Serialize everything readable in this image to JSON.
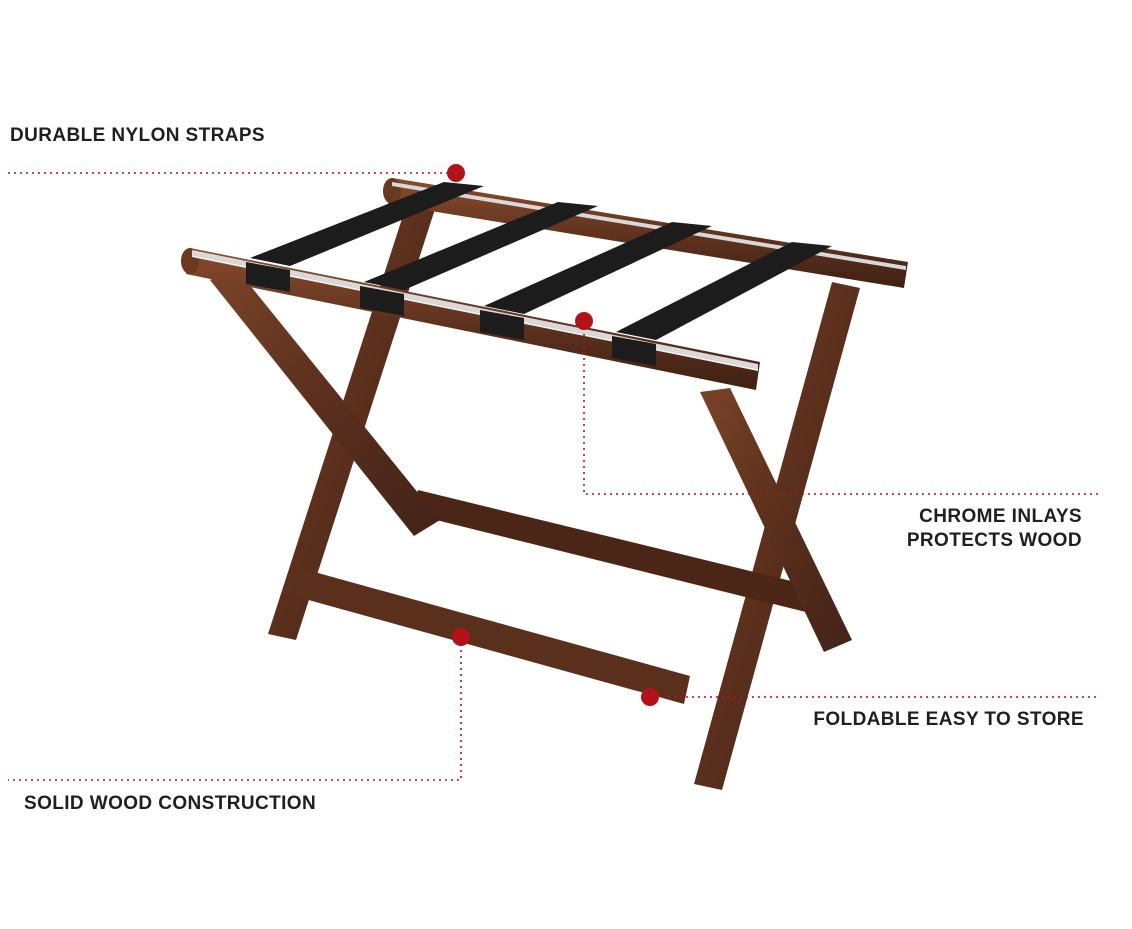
{
  "callouts": {
    "straps": {
      "label": "DURABLE NYLON STRAPS"
    },
    "chrome": {
      "line1": "CHROME INLAYS",
      "line2": "PROTECTS WOOD"
    },
    "foldable": {
      "label": "FOLDABLE EASY TO STORE"
    },
    "wood": {
      "label": "SOLID WOOD CONSTRUCTION"
    }
  },
  "colors": {
    "accent_dot": "#b3121b",
    "leader_line": "#b3121b",
    "wood": "#5a2f1c",
    "wood_dark": "#3f2013",
    "wood_light": "#7a4328",
    "strap": "#1c1c1c",
    "chrome": "#d9d9d9",
    "text": "#1f1f1f"
  }
}
